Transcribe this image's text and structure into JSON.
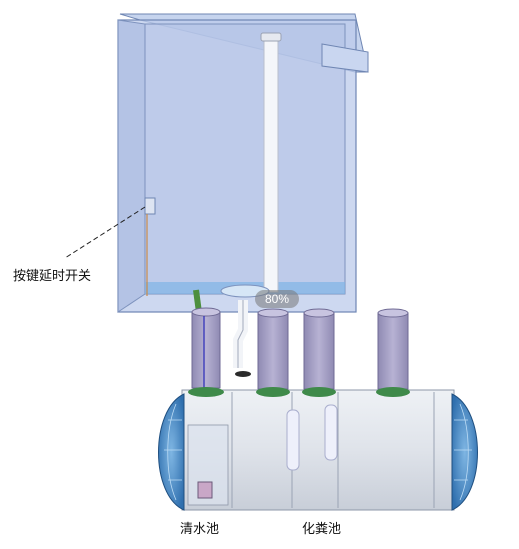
{
  "labels": {
    "switch": "按键延时开关",
    "clear_pool": "清水池",
    "septic_pool": "化粪池"
  },
  "zoom_overlay": "80%",
  "colors": {
    "water_box": "#c7d6ef",
    "tank_body": "#dfe4ec",
    "end_cap": "#3f89c9",
    "riser": "#a8a2c6",
    "ring": "#3f8a4a"
  }
}
